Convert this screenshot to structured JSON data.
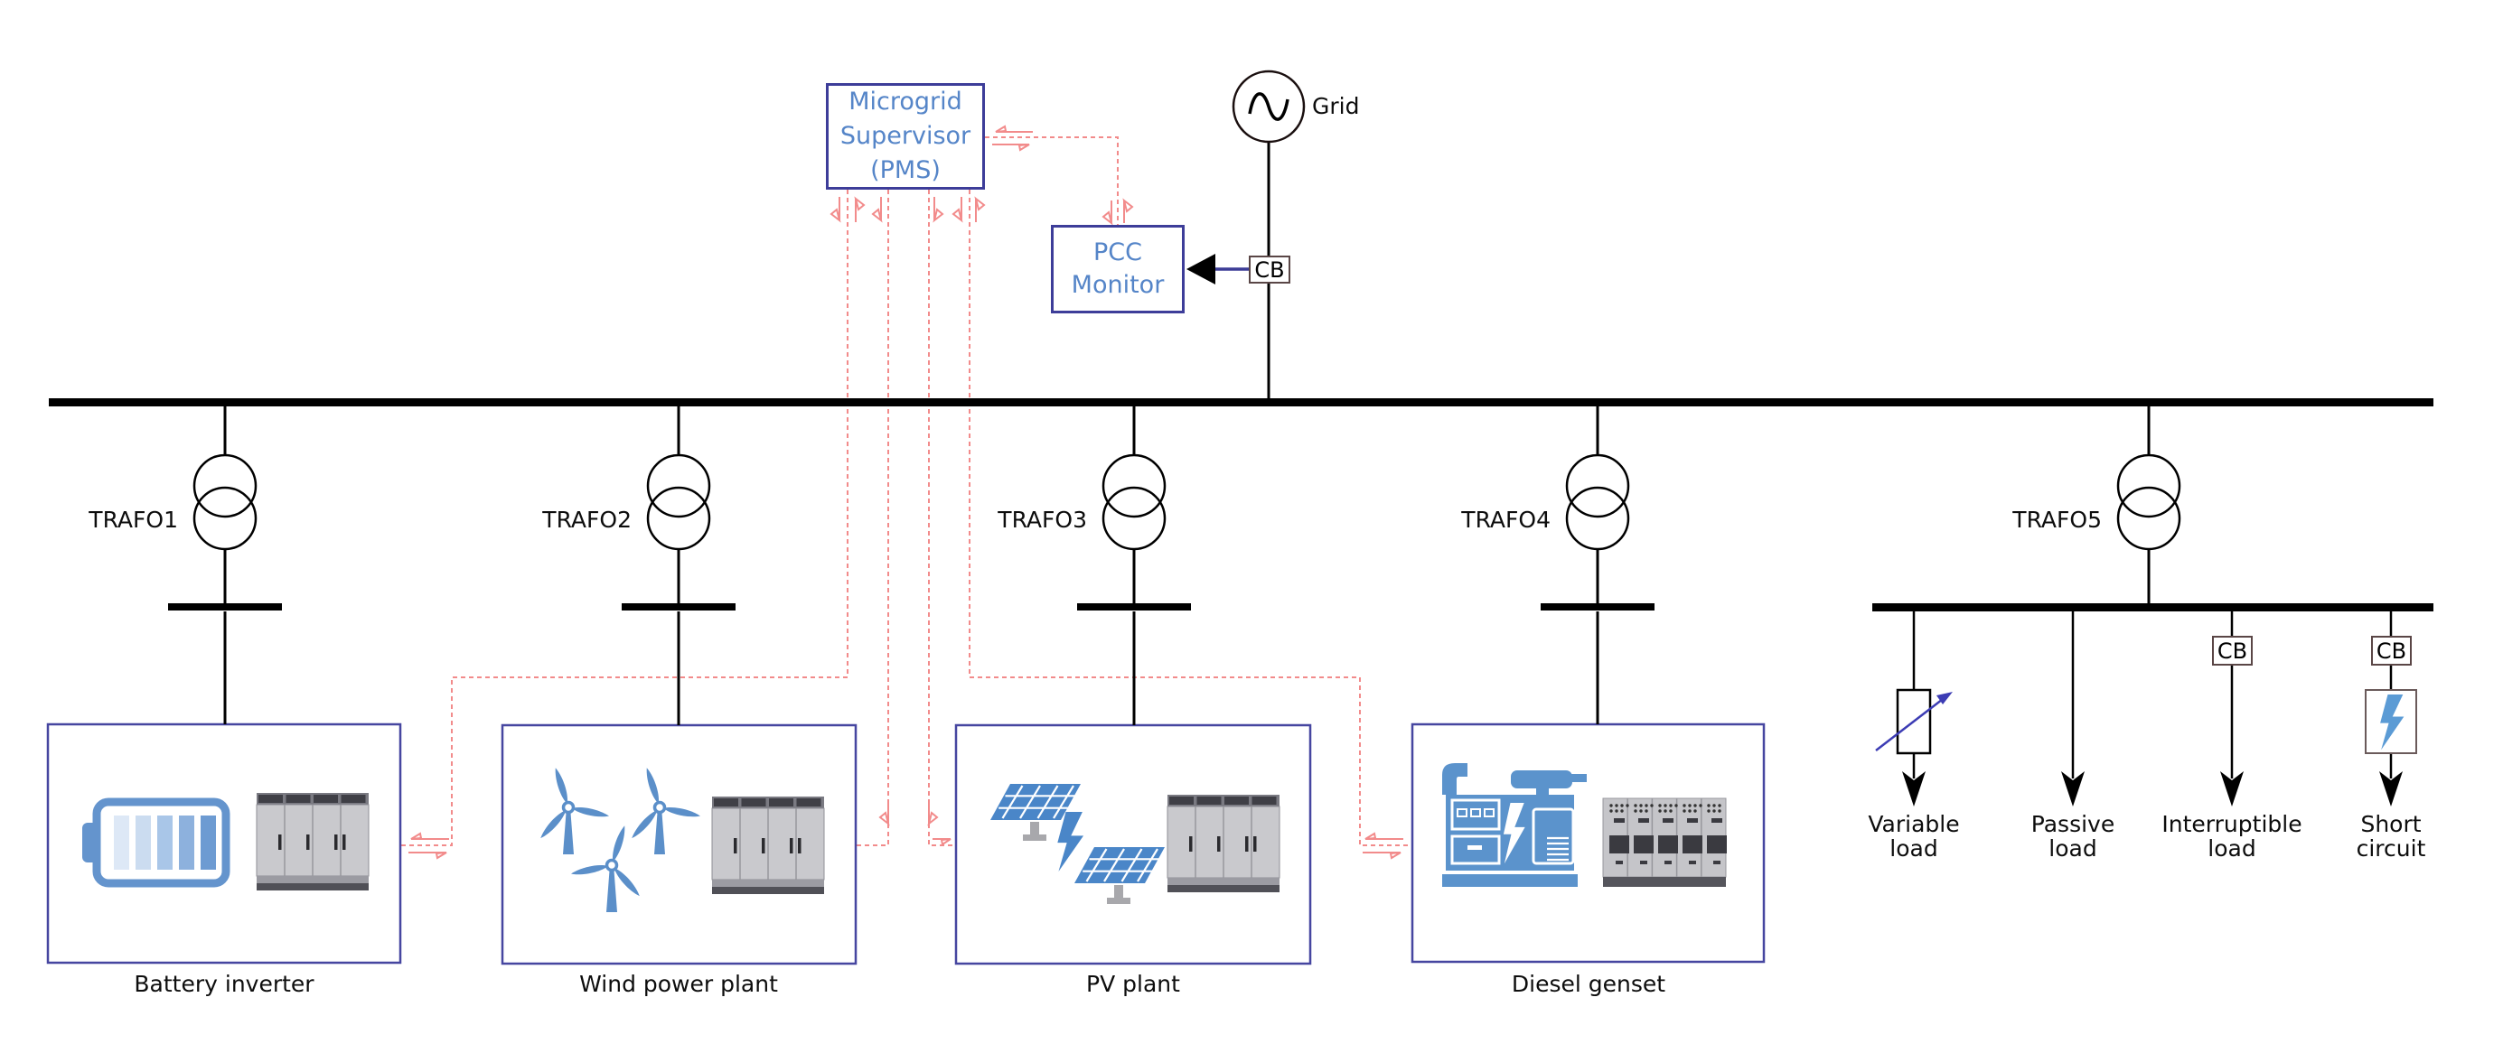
{
  "supervisor": {
    "label": "Microgrid\nSupervisor\n(PMS)"
  },
  "pcc_monitor": {
    "label": "PCC\nMonitor"
  },
  "grid": {
    "label": "Grid",
    "cb_label": "CB"
  },
  "transformers": [
    {
      "label": "TRAFO1"
    },
    {
      "label": "TRAFO2"
    },
    {
      "label": "TRAFO3"
    },
    {
      "label": "TRAFO4"
    },
    {
      "label": "TRAFO5"
    }
  ],
  "plants": [
    {
      "label": "Battery inverter"
    },
    {
      "label": "Wind power plant"
    },
    {
      "label": "PV plant"
    },
    {
      "label": "Diesel genset"
    }
  ],
  "loads": [
    {
      "label": "Variable\nload"
    },
    {
      "label": "Passive\nload"
    },
    {
      "label": "Interruptible\nload",
      "cb_label": "CB"
    },
    {
      "label": "Short\ncircuit",
      "cb_label": "CB"
    }
  ],
  "colors": {
    "comm_link": "#f28b8b",
    "plant_box_border": "#4646a0",
    "controller_border": "#3d3d99",
    "controller_text": "#5585c8",
    "icon_blue": "#5b8fc9",
    "cb_pcc_line": "#3c3c96",
    "variable_load_arrow": "#3c3cb4"
  }
}
